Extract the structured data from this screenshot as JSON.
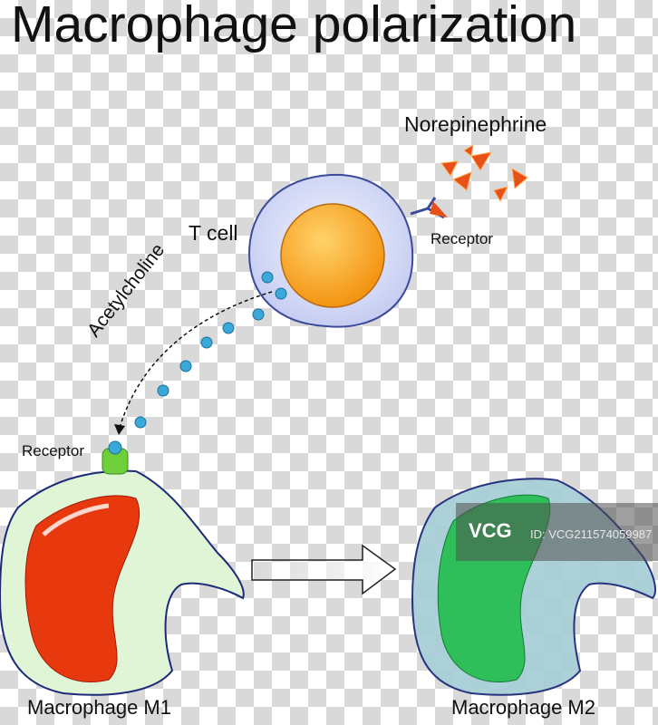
{
  "title": "Macrophage polarization",
  "labels": {
    "norepinephrine": "Norepinephrine",
    "t_cell_receptor": "Receptor",
    "t_cell": "T cell",
    "acetylcholine": "Acetylcholine",
    "macrophage_receptor": "Receptor",
    "macrophage_m1": "Macrophage M1",
    "macrophage_m2": "Macrophage M2"
  },
  "watermark": {
    "logo": "VCG",
    "id": "ID: VCG211574059987"
  },
  "colors": {
    "nucleus_t": "#f7a21e",
    "nucleus_m1": "#e8380d",
    "nucleus_m2": "#2fbf5a",
    "acetylcholine": "#3aa8d8",
    "norepinephrine": "#e8501a",
    "receptor_m1": "#6fcf3a"
  }
}
